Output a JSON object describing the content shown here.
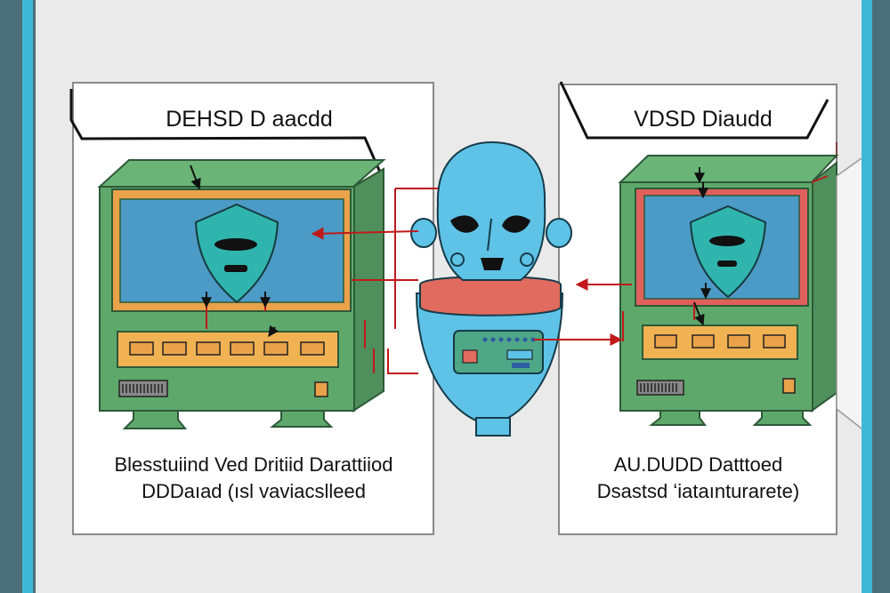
{
  "left_panel": {
    "title": "DEHSD D aacdd",
    "caption_line1": "Blesstuiind Ved Dritiid Darattiiod",
    "caption_line2": "DDDaıad (ısl vaviacslleed"
  },
  "right_panel": {
    "title": "VDSD Diaudd",
    "caption_line1": "AU.DUDD Datttoed",
    "caption_line2": "Dsastsd ʻiataınturarete)"
  },
  "colors": {
    "background_frame": "#4b6f78",
    "accent_strip": "#3fb8d6",
    "canvas": "#eaeaea",
    "machine_green": "#5fa86b",
    "screen_blue": "#4c9ac6",
    "screen_border_left": "#e9a24a",
    "screen_border_right": "#e0605c",
    "shield_teal": "#2fb5ae",
    "robot_blue": "#5ec3e6",
    "robot_collar": "#e06b5e",
    "arrow_red": "#c0191b"
  },
  "icons": {
    "left_machine": "computer-terminal-icon",
    "right_machine": "computer-terminal-icon",
    "shield": "shield-mask-icon",
    "robot": "robot-head-icon"
  }
}
